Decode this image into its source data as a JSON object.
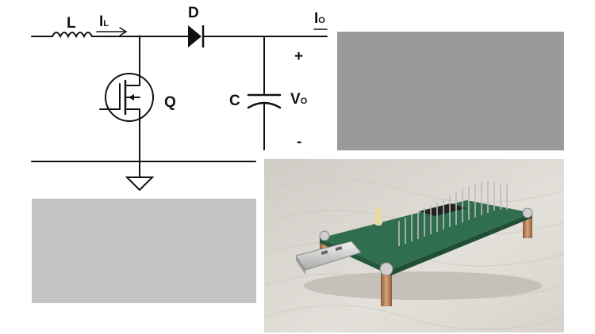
{
  "circuit": {
    "labels": {
      "inductor": "L",
      "inductor_current": "I",
      "inductor_current_sub": "L",
      "diode": "D",
      "output_current": "I",
      "output_current_sub": "O",
      "switch": "Q",
      "capacitor": "C",
      "output_voltage": "V",
      "output_voltage_sub": "O",
      "plus": "+",
      "minus": "-"
    }
  },
  "placeholders": {
    "top_right_color": "#9a9a9a",
    "bottom_left_color": "#c4c4c4"
  },
  "photo": {
    "subject": "usb-dev-board",
    "board_color": "#2f6e4e",
    "background_color": "#dcd9d3"
  }
}
